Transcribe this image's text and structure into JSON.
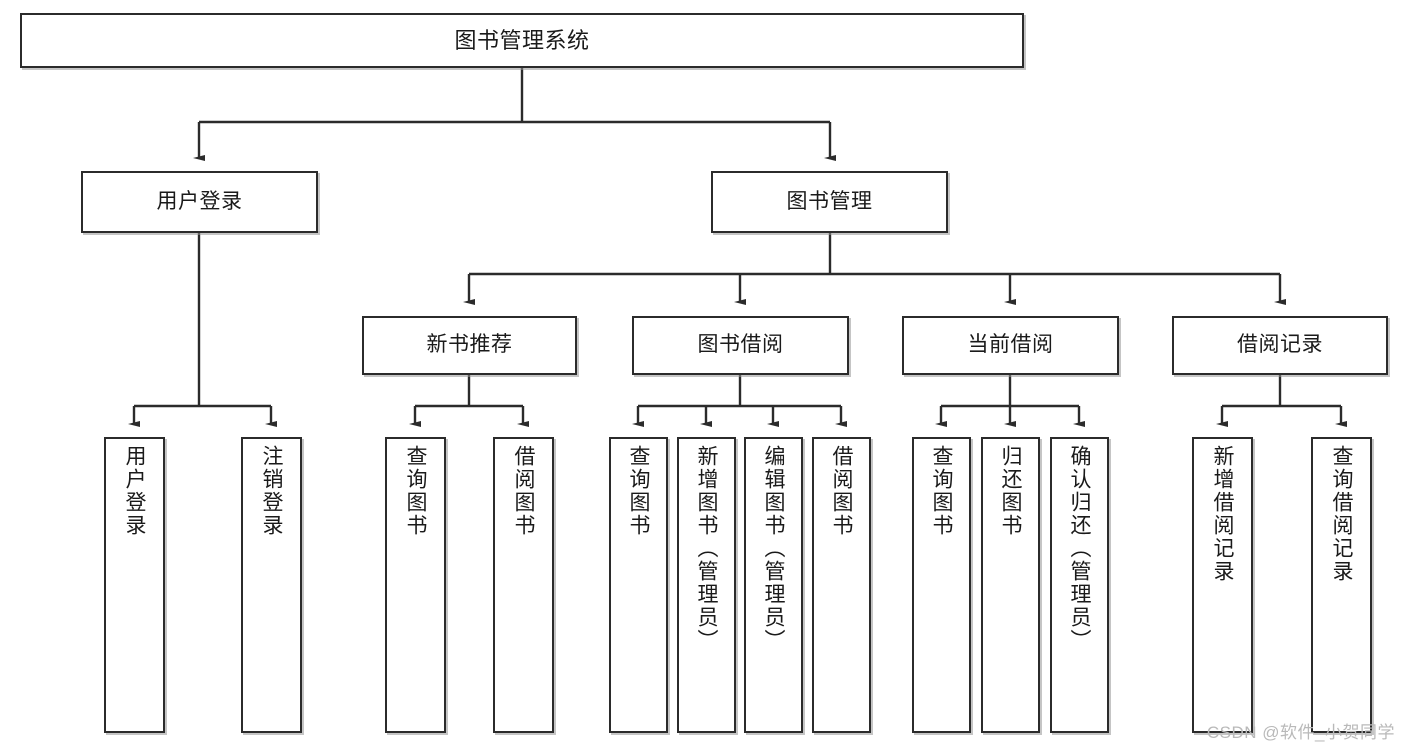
{
  "diagram": {
    "type": "tree",
    "title": "图书管理系统",
    "watermark": "CSDN @软件_小贺同学",
    "line_color": "#2b2b2b",
    "box_fill": "#ffffff",
    "nodes": {
      "root": {
        "label": "图书管理系统"
      },
      "l2": [
        {
          "label": "用户登录"
        },
        {
          "label": "图书管理"
        }
      ],
      "l3": [
        {
          "label": "新书推荐"
        },
        {
          "label": "图书借阅"
        },
        {
          "label": "当前借阅"
        },
        {
          "label": "借阅记录"
        }
      ],
      "leaves": {
        "user_login": [
          {
            "label": "用户登录"
          },
          {
            "label": "注销登录"
          }
        ],
        "new_book": [
          {
            "label": "查询图书"
          },
          {
            "label": "借阅图书"
          }
        ],
        "book_borrow": [
          {
            "label": "查询图书"
          },
          {
            "label": "新增图书（管理员）"
          },
          {
            "label": "编辑图书（管理员）"
          },
          {
            "label": "借阅图书"
          }
        ],
        "current_borrow": [
          {
            "label": "查询图书"
          },
          {
            "label": "归还图书"
          },
          {
            "label": "确认归还（管理员）"
          }
        ],
        "borrow_record": [
          {
            "label": "新增借阅记录"
          },
          {
            "label": "查询借阅记录"
          }
        ]
      }
    }
  }
}
